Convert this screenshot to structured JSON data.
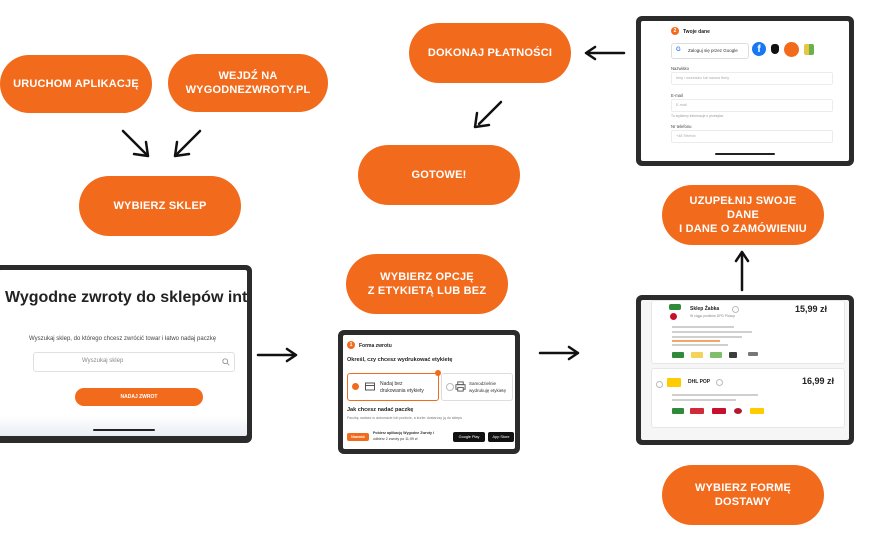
{
  "steps": {
    "launch_app": "URUCHOM APLIKACJĘ",
    "visit_site_line1": "WEJDŹ NA",
    "visit_site_line2": "WYGODNEZWROTY.PL",
    "choose_store": "WYBIERZ SKLEP",
    "choose_option_line1": "WYBIERZ OPCJĘ",
    "choose_option_line2": "Z ETYKIETĄ LUB BEZ",
    "choose_delivery": "WYBIERZ FORMĘ DOSTAWY",
    "fill_data_line1": "UZUPEŁNIJ SWOJE DANE",
    "fill_data_line2": "I DANE O ZAMÓWIENIU",
    "make_payment": "DOKONAJ PŁATNOŚCI",
    "done": "GOTOWE!"
  },
  "screen_store": {
    "headline": "Wygodne zwroty do sklepów internetowych",
    "subtext": "Wyszukaj sklep, do którego chcesz zwrócić towar i łatwo nadaj paczkę",
    "search_placeholder": "Wyszukaj sklep",
    "submit_label": "NADAJ ZWROT"
  },
  "screen_form": {
    "step_number": "1",
    "title": "Forma zwrotu",
    "question": "Określ, czy chcesz wydrukować etykietę",
    "option_no_label_line1": "Nadaj bez",
    "option_no_label_line2": "drukowania etykiety",
    "option_print_line1": "Samodzielnie",
    "option_print_line2": "wydrukuję etykietę",
    "send_question": "Jak chcesz nadać paczkę",
    "send_note": "Paczkę nadasz w automacie lub punkcie, a kurier dostarczy ją do sklepu",
    "promo_badge": "Nowość",
    "promo_text_line1": "Pobierz aplikację Wygodne Zwroty i",
    "promo_text_line2": "odbierz 2 zwroty po 11,99 zł",
    "google_play": "Google Play",
    "app_store": "App Store"
  },
  "screen_delivery": {
    "option1_name": "Sklep Żabka",
    "option1_price": "15,99 zł",
    "option1_line1": "W ciągu punktów DPD Pickup",
    "option2_name": "DHL POP",
    "option2_price": "16,99 zł"
  },
  "screen_data": {
    "step_number": "2",
    "title": "Twoje dane",
    "google_login": "Zaloguj się przez Google",
    "field_name_label": "Nazwisko",
    "field_name_placeholder": "Imię i nazwisko lub nazwa firmy",
    "field_email_label": "E-mail",
    "field_email_placeholder": "E-mail",
    "field_email_note": "Tu wyślemy informacje o przesyłce",
    "field_phone_label": "Nr telefonu",
    "field_phone_placeholder": "+48 Telefon"
  },
  "colors": {
    "accent": "#f26b1d",
    "device": "#2b2b2b",
    "facebook": "#1877f2"
  }
}
